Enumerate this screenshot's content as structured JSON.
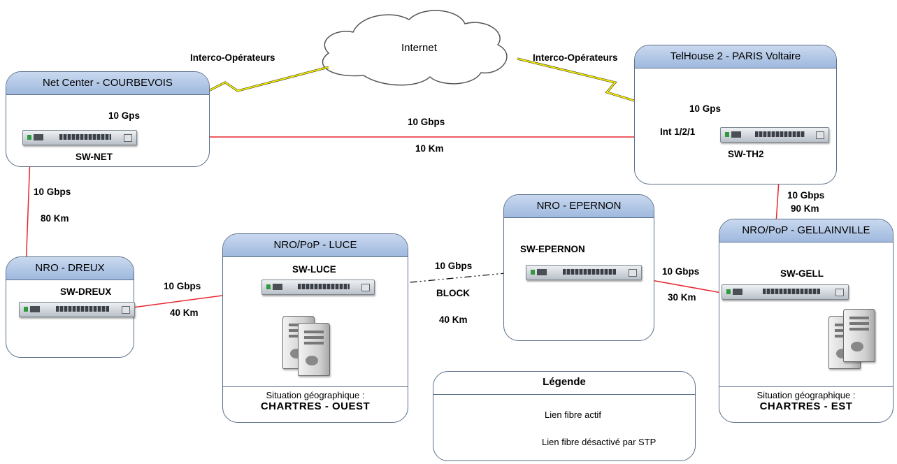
{
  "cloud": {
    "label": "Internet"
  },
  "sites": [
    {
      "id": "net",
      "title": "Net Center - COURBEVOIS"
    },
    {
      "id": "th2",
      "title": "TelHouse 2 - PARIS Voltaire"
    },
    {
      "id": "dreux",
      "title": "NRO - DREUX"
    },
    {
      "id": "luce",
      "title": "NRO/PoP - LUCE",
      "footer_caption": "Situation géographique :",
      "footer_value": "CHARTRES - OUEST"
    },
    {
      "id": "epernon",
      "title": "NRO - EPERNON"
    },
    {
      "id": "gell",
      "title": "NRO/PoP - GELLAINVILLE",
      "footer_caption": "Situation géographique :",
      "footer_value": "CHARTRES - EST"
    }
  ],
  "switches": {
    "net": "SW-NET",
    "th2": "SW-TH2",
    "dreux": "SW-DREUX",
    "luce": "SW-LUCE",
    "epernon": "SW-EPERNON",
    "gell": "SW-GELL"
  },
  "links": {
    "interco_left": "Interco-Opérateurs",
    "interco_right": "Interco-Opérateurs",
    "net_uplink_speed": "10 Gps",
    "th2_uplink_speed": "10 Gps",
    "th2_interface": "Int 1/2/1",
    "net_th2": {
      "speed": "10 Gbps",
      "distance": "10 Km"
    },
    "net_dreux": {
      "speed": "10 Gbps",
      "distance": "80 Km"
    },
    "th2_gell": {
      "speed": "10 Gbps",
      "distance": "90 Km"
    },
    "dreux_luce": {
      "speed": "10 Gbps",
      "distance": "40 Km"
    },
    "luce_epernon": {
      "speed": "10 Gbps",
      "state": "BLOCK",
      "distance": "40 Km"
    },
    "epernon_gell": {
      "speed": "10 Gbps",
      "distance": "30 Km"
    }
  },
  "legend": {
    "title": "Légende",
    "active": "Lien fibre actif",
    "disabled": "Lien fibre désactivé par STP"
  },
  "colors": {
    "active_link": "#e8262f",
    "uplink": "#f3ec00",
    "site_header": "#aec4e6",
    "site_border": "#5a6f8a"
  }
}
